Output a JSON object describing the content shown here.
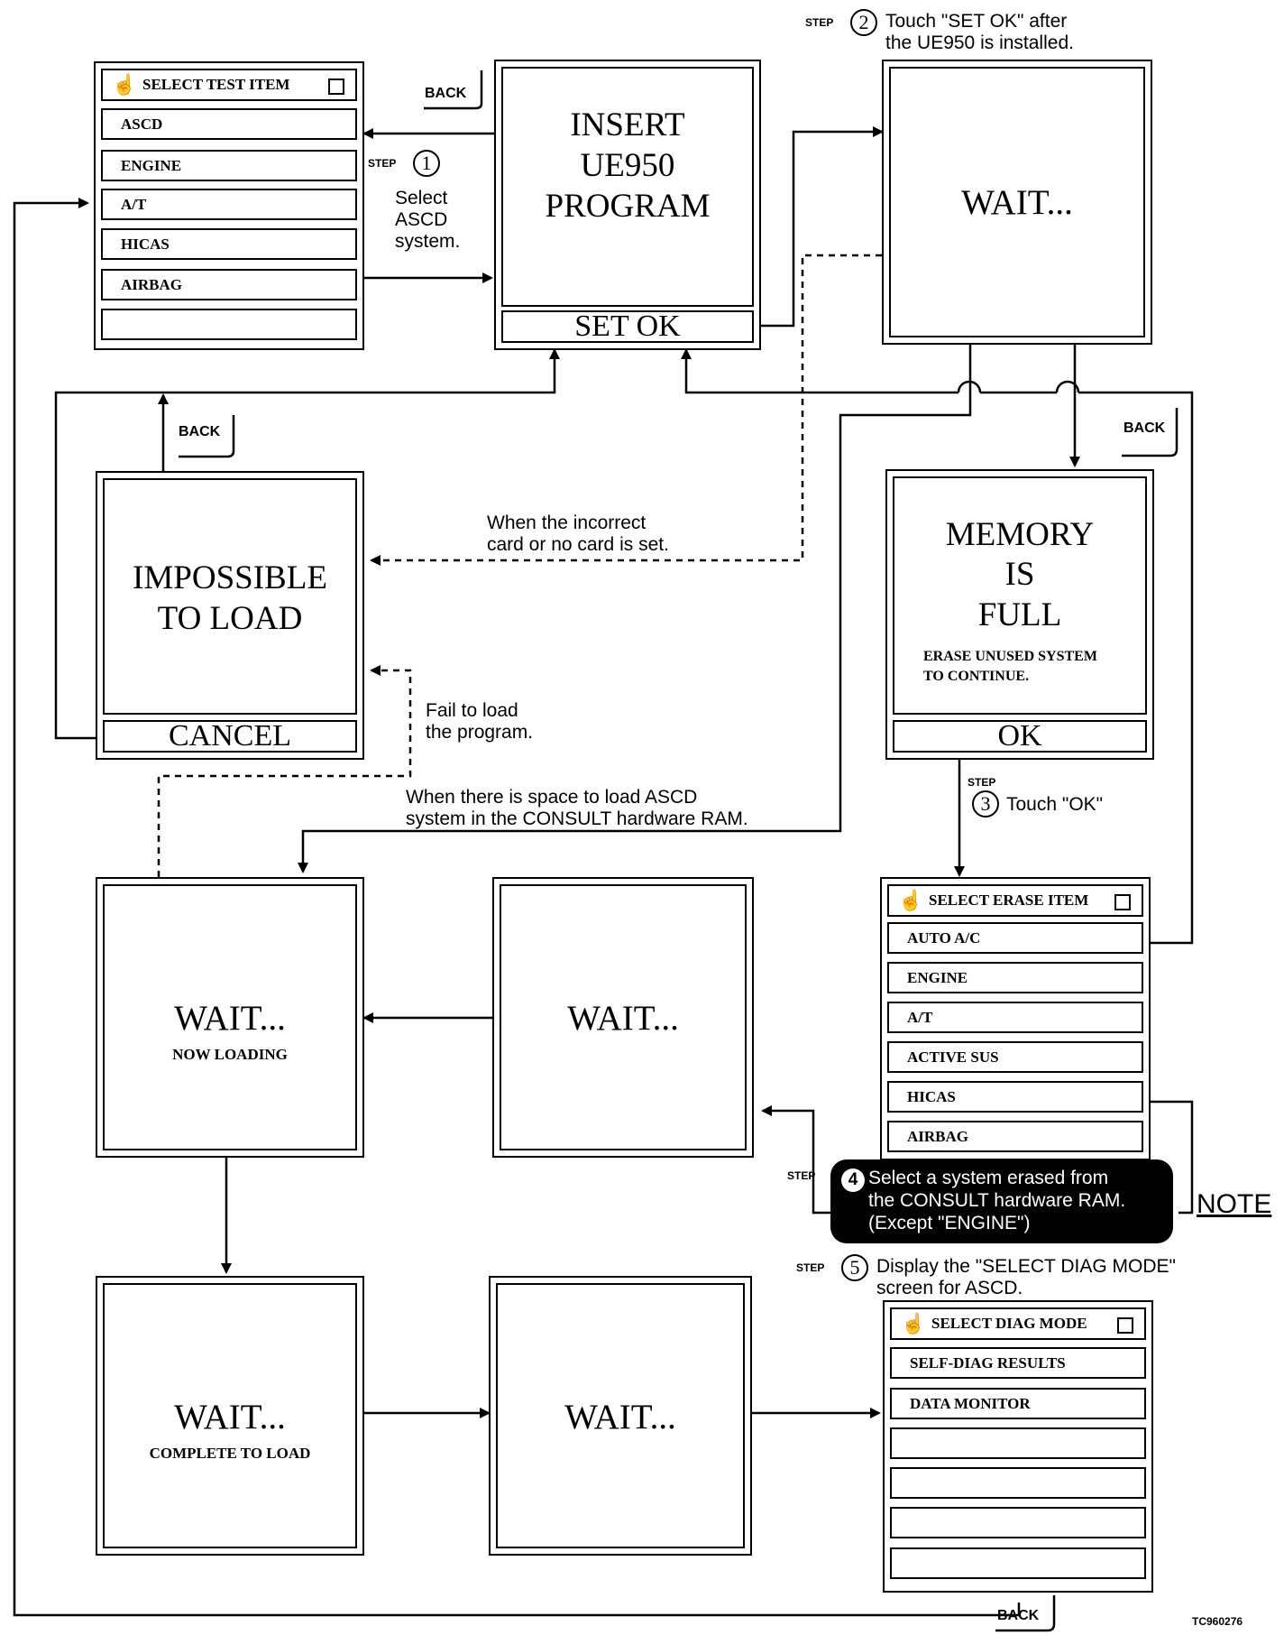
{
  "select_test_item": {
    "title": "SELECT TEST ITEM",
    "items": [
      "ASCD",
      "ENGINE",
      "A/T",
      "HICAS",
      "AIRBAG",
      ""
    ]
  },
  "insert_screen": {
    "lines": [
      "INSERT",
      "UE950",
      "PROGRAM"
    ],
    "button": "SET OK"
  },
  "wait_top": {
    "text": "WAIT..."
  },
  "impossible": {
    "lines": [
      "IMPOSSIBLE",
      "TO LOAD"
    ],
    "button": "CANCEL"
  },
  "memory_full": {
    "lines": [
      "MEMORY",
      "IS",
      "FULL"
    ],
    "sub": [
      "ERASE UNUSED SYSTEM",
      "TO CONTINUE."
    ],
    "button": "OK"
  },
  "select_erase_item": {
    "title": "SELECT ERASE ITEM",
    "items": [
      "AUTO A/C",
      "ENGINE",
      "A/T",
      "ACTIVE SUS",
      "HICAS",
      "AIRBAG"
    ]
  },
  "wait_loading": {
    "text": "WAIT...",
    "sub": "NOW LOADING"
  },
  "wait_mid": {
    "text": "WAIT..."
  },
  "wait_complete": {
    "text": "WAIT...",
    "sub": "COMPLETE TO LOAD"
  },
  "wait_bottom": {
    "text": "WAIT..."
  },
  "select_diag_mode": {
    "title": "SELECT DIAG MODE",
    "items": [
      "SELF-DIAG RESULTS",
      "DATA MONITOR",
      "",
      "",
      "",
      ""
    ]
  },
  "steps": {
    "label": "STEP",
    "s1": {
      "num": "1",
      "text": [
        "Select",
        "ASCD",
        "system."
      ]
    },
    "s2": {
      "num": "2",
      "text": [
        "Touch \"SET OK\" after",
        "the UE950 is installed."
      ]
    },
    "s3": {
      "num": "3",
      "text": "Touch \"OK\""
    },
    "s4": {
      "num": "4",
      "text": [
        "Select a system erased from",
        "the CONSULT hardware RAM.",
        "(Except \"ENGINE\")"
      ]
    },
    "s5": {
      "num": "5",
      "text": [
        "Display the \"SELECT DIAG MODE\"",
        "screen for ASCD."
      ]
    }
  },
  "annotations": {
    "incorrect": [
      "When the incorrect",
      "card or no card is set."
    ],
    "fail": [
      "Fail to load",
      "the program."
    ],
    "space": [
      "When there is space to load ASCD",
      "system in the CONSULT hardware RAM."
    ],
    "note": "NOTE",
    "back": "BACK"
  },
  "figure_id": "TC960276"
}
